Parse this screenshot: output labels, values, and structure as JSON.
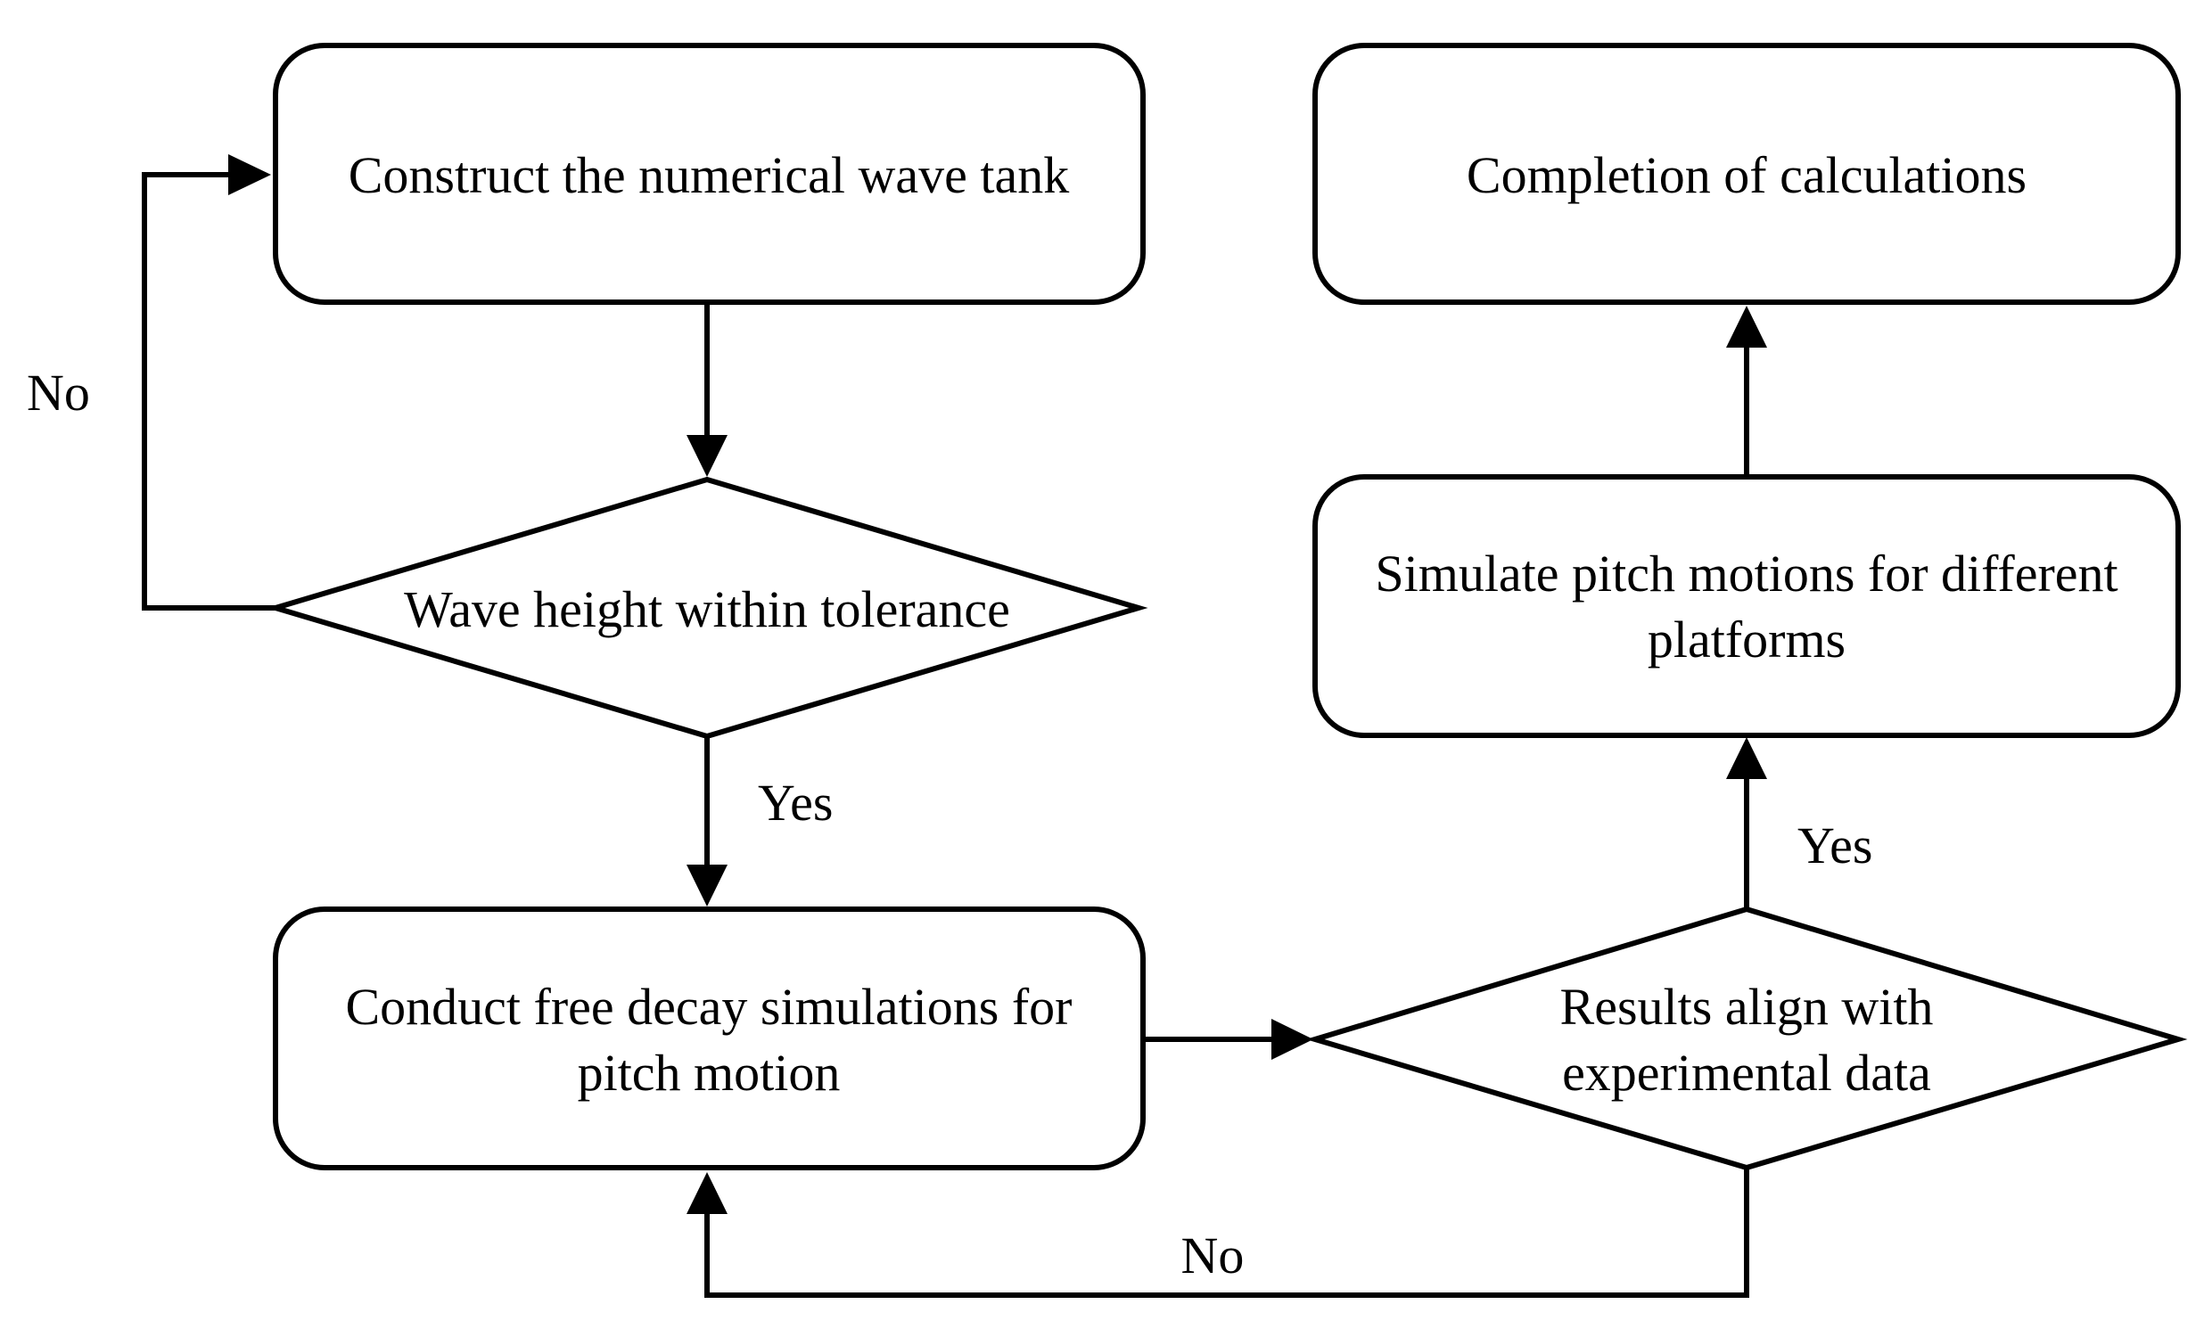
{
  "nodes": {
    "construct": {
      "type": "process",
      "lines": [
        "Construct the numerical wave tank"
      ]
    },
    "wave_check": {
      "type": "decision",
      "lines": [
        "Wave height within tolerance"
      ]
    },
    "free_decay": {
      "type": "process",
      "lines": [
        "Conduct free decay simulations for",
        "pitch motion"
      ]
    },
    "results_check": {
      "type": "decision",
      "lines": [
        "Results align with",
        "experimental data"
      ]
    },
    "simulate_pitch": {
      "type": "process",
      "lines": [
        "Simulate pitch motions for different",
        "platforms"
      ]
    },
    "completion": {
      "type": "process",
      "lines": [
        "Completion of calculations"
      ]
    }
  },
  "edges": {
    "construct_to_wave": {
      "from": "construct",
      "to": "wave_check",
      "label": ""
    },
    "wave_no": {
      "from": "wave_check",
      "to": "construct",
      "label": "No"
    },
    "wave_yes": {
      "from": "wave_check",
      "to": "free_decay",
      "label": "Yes"
    },
    "decay_to_results": {
      "from": "free_decay",
      "to": "results_check",
      "label": ""
    },
    "results_no": {
      "from": "results_check",
      "to": "free_decay",
      "label": "No"
    },
    "results_yes": {
      "from": "results_check",
      "to": "simulate_pitch",
      "label": "Yes"
    },
    "pitch_to_completion": {
      "from": "simulate_pitch",
      "to": "completion",
      "label": ""
    }
  }
}
